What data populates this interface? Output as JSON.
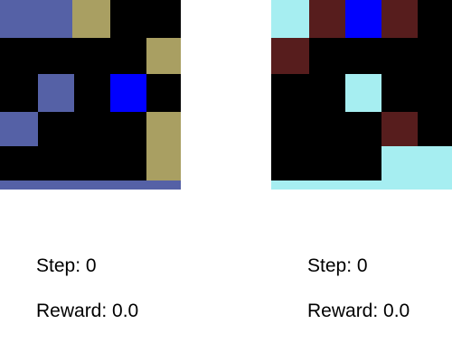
{
  "palette": {
    "slate": "#5561a6",
    "olive": "#a99f62",
    "blue": "#0000ff",
    "cyan": "#a6eef1",
    "maroon": "#571d1d",
    "empty": "#000000"
  },
  "env_left": {
    "step_text": "Step: 0",
    "reward_text": "Reward: 0.0"
  },
  "env_right": {
    "step_text": "Step: 0",
    "reward_text": "Reward: 0.0"
  }
}
